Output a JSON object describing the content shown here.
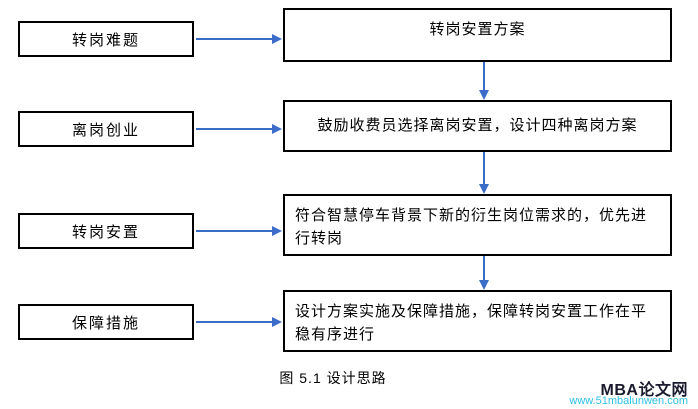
{
  "colors": {
    "bg": "#ffffff",
    "text": "#000000",
    "border": "#000000",
    "arrow": "#3b6cc7",
    "watermark-title": "#1b1b2f",
    "watermark-url": "#2fc1e8"
  },
  "flow": {
    "rows": [
      {
        "left": "转岗难题",
        "right": "转岗安置方案"
      },
      {
        "left": "离岗创业",
        "right": "鼓励收费员选择离岗安置，设计四种离岗方案"
      },
      {
        "left": "转岗安置",
        "right": "符合智慧停车背景下新的衍生岗位需求的，优先进行转岗"
      },
      {
        "left": "保障措施",
        "right": "设计方案实施及保障措施，保障转岗安置工作在平稳有序进行"
      }
    ]
  },
  "caption": "图 5.1 设计思路",
  "watermark": {
    "title": "MBA论文网",
    "url": "www.51mbalunwen.com"
  }
}
